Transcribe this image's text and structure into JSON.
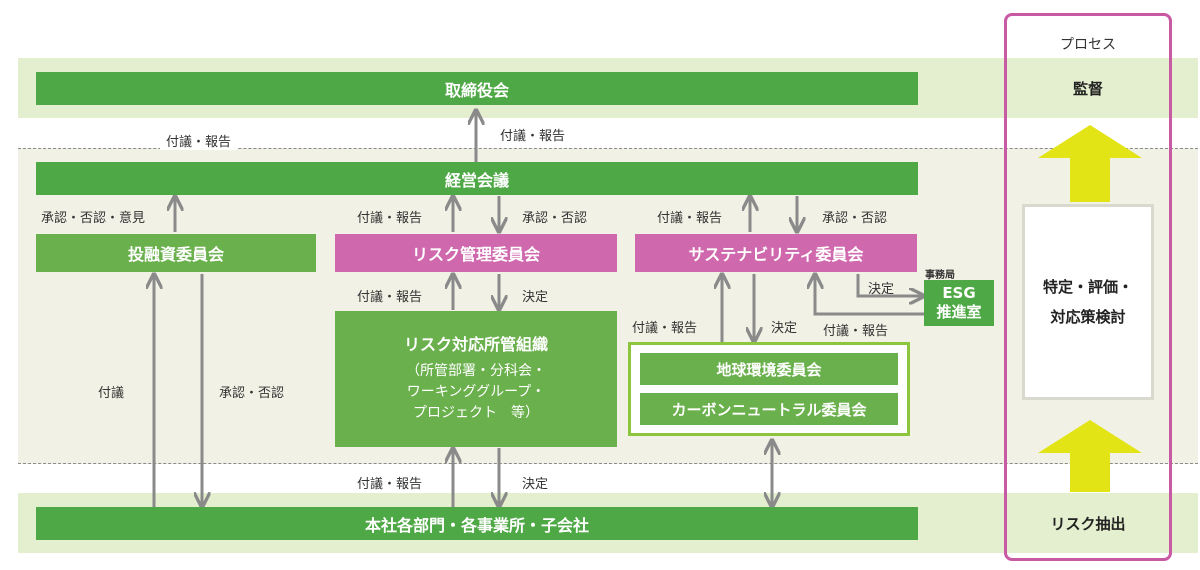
{
  "process": {
    "header": "プロセス",
    "oversight": "監督",
    "middle_line1": "特定・評価・",
    "middle_line2": "対応策検討",
    "risk_extraction": "リスク抽出"
  },
  "boxes": {
    "board": "取締役会",
    "management": "経営会議",
    "investment": "投融資委員会",
    "risk_mgmt": "リスク管理委員会",
    "sustainability": "サステナビリティ委員会",
    "risk_org_title": "リスク対応所管組織",
    "risk_org_line1": "（所管部署・分科会・",
    "risk_org_line2": "ワーキンググループ・",
    "risk_org_line3": "プロジェクト　等）",
    "global_env": "地球環境委員会",
    "carbon_neutral": "カーボンニュートラル委員会",
    "esg_office_tag": "事務局",
    "esg_line1": "ESG",
    "esg_line2": "推進室",
    "bottom": "本社各部門・各事業所・子会社"
  },
  "labels": {
    "report_left_top": "付議・報告",
    "report_board": "付議・報告",
    "approve_opinion": "承認・否認・意見",
    "report_rm_up": "付議・報告",
    "approve_rm": "承認・否認",
    "report_su_up": "付議・報告",
    "approve_su": "承認・否認",
    "report_org_up": "付議・報告",
    "decide_org": "決定",
    "report_env_up": "付議・報告",
    "decide_env": "決定",
    "decide_esg": "決定",
    "report_esg": "付議・報告",
    "refer": "付議",
    "approve_bottom": "承認・否認",
    "report_bottom": "付議・報告",
    "decide_bottom": "決定"
  },
  "colors": {
    "green": "#4ea845",
    "light_green": "#6ab04c",
    "pink": "#cf68ad",
    "band": "#e4efcf",
    "process_frame": "#c85aa4",
    "process_arrow": "#e2e416",
    "arrow_gray": "#8a8a8a"
  }
}
